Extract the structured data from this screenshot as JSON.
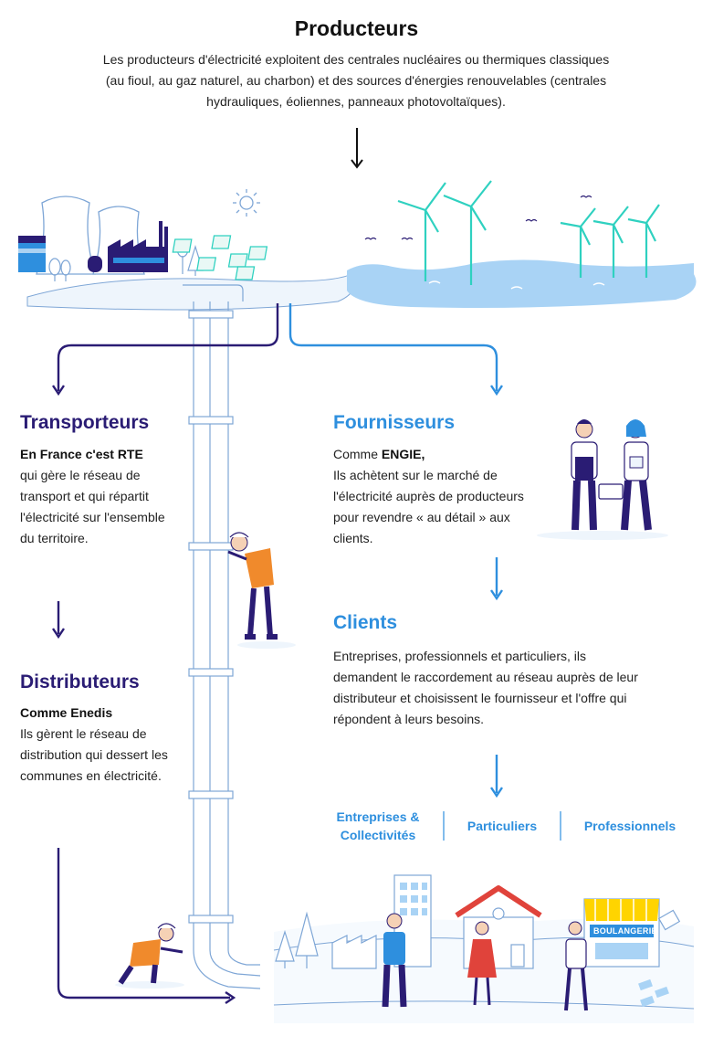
{
  "producteurs": {
    "title": "Producteurs",
    "description": "Les producteurs d'électricité exploitent des centrales nucléaires ou thermiques classiques (au fioul, au gaz naturel, au charbon) et des sources d'énergies renouvelables (centrales hydrauliques, éoliennes, panneaux photovoltaïques)."
  },
  "transporteurs": {
    "title": "Transporteurs",
    "lead": "En France c'est RTE",
    "text": "qui gère le réseau de transport et qui répartit l'électricité sur l'ensemble du territoire."
  },
  "distributeurs": {
    "title": "Distributeurs",
    "lead": "Comme Enedis",
    "text": "Ils gèrent le réseau de distribution qui dessert les communes en électricité."
  },
  "fournisseurs": {
    "title": "Fournisseurs",
    "lead_prefix": "Comme",
    "lead_strong": "ENGIE,",
    "text": "Ils achètent sur le marché de l'électricité auprès de producteurs pour revendre « au détail » aux clients."
  },
  "clients": {
    "title": "Clients",
    "text": "Entreprises, professionnels et particuliers, ils demandent le raccordement au réseau auprès de leur distributeur et choisissent le fournisseur et l'offre qui répondent à leurs besoins."
  },
  "categories": {
    "entreprises_line1": "Entreprises &",
    "entreprises_line2": "Collectivités",
    "particuliers": "Particuliers",
    "professionnels": "Professionnels"
  },
  "shop_sign": "BOULANGERIE",
  "colors": {
    "navy": "#2a1c74",
    "blue": "#2e8fde",
    "light_blue": "#a9d3f5",
    "turquoise": "#2fd1c0",
    "orange": "#f08a2c",
    "yellow": "#ffd400",
    "red": "#e0433b"
  },
  "icons": [
    "arrow-down-icon",
    "sun-icon",
    "wind-turbine-icon",
    "solar-panel-icon",
    "factory-icon",
    "cooling-tower-icon",
    "worker-icon",
    "house-icon",
    "shop-icon"
  ]
}
